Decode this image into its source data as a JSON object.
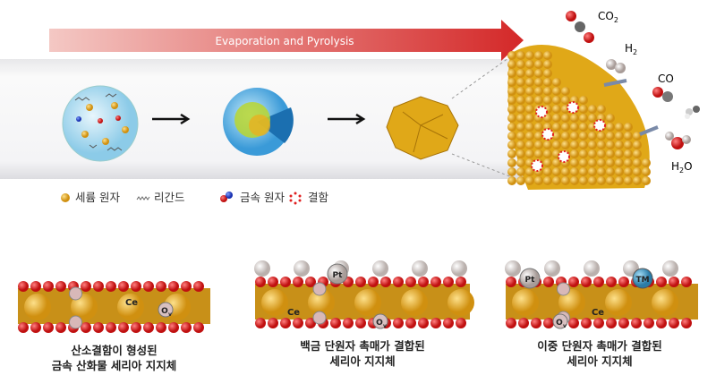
{
  "process": {
    "arrow_label": "Evaporation and Pyrolysis",
    "molecules": {
      "co2": "CO",
      "co2_sub": "2",
      "h2": "H",
      "h2_sub": "2",
      "co": "CO",
      "h2o": "H",
      "h2o_sub": "2",
      "h2o_tail": "O"
    }
  },
  "legend": [
    {
      "icon": "ceria-atom-icon",
      "label": "세륨 원자"
    },
    {
      "icon": "ligand-icon",
      "label": "리간드"
    },
    {
      "icon": "metal-atom-icon",
      "label": "금속 원자"
    },
    {
      "icon": "defect-icon",
      "label": "결함"
    }
  ],
  "panels": [
    {
      "atom_labels": [
        "Ce",
        "O",
        "v"
      ],
      "caption_line1": "산소결함이 형성된",
      "caption_line2": "금속 산화물 세리아 지지체"
    },
    {
      "atom_labels": [
        "Pt",
        "Ce",
        "O",
        "v"
      ],
      "caption_line1": "백금 단원자 촉매가 결합된",
      "caption_line2": "세리아 지지체"
    },
    {
      "atom_labels": [
        "Pt",
        "TM",
        "O",
        "v",
        "Ce"
      ],
      "caption_line1": "이중 단원자 촉매가 결합된",
      "caption_line2": "세리아 지지체"
    }
  ],
  "colors": {
    "ceria": "#e8b020",
    "oxygen": "#d81818",
    "metal_blue": "#2040c0",
    "platinum": "#d8ccc8",
    "tm": "#3a9cc8",
    "arrow": "#d83030"
  }
}
